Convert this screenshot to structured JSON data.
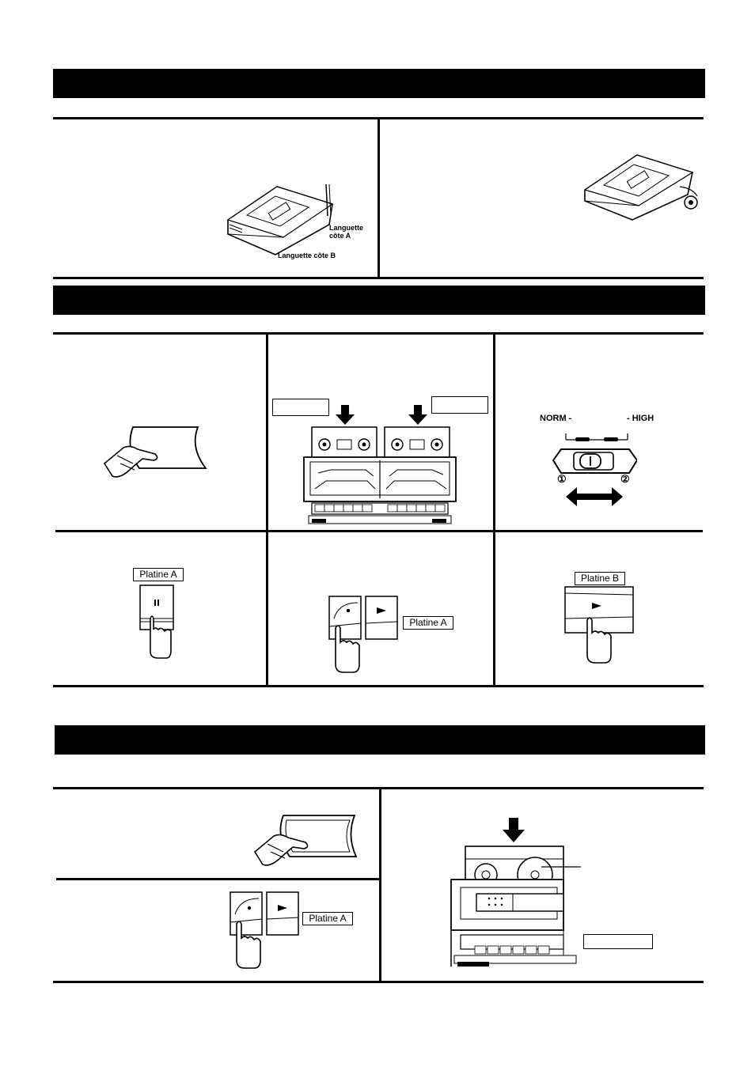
{
  "section1": {
    "tab_label_a": "Languette\ncôte A",
    "tab_label_b": "Languette côte B"
  },
  "section2": {
    "tape_switch": {
      "left_label": "NORM -",
      "right_label": "- HIGH",
      "pos1": "①",
      "pos2": "②"
    },
    "pause_deck_label": "Platine A",
    "record_deck_label": "Platine A",
    "play_deck_label": "Platine B",
    "pause_symbol": "II"
  },
  "section3": {
    "record_deck_label": "Platine A"
  },
  "icons": [
    "hand-press-icon",
    "arrow-down-icon",
    "double-arrow-icon",
    "cassette-icon",
    "cassette-deck-icon",
    "finger-press-icon"
  ]
}
